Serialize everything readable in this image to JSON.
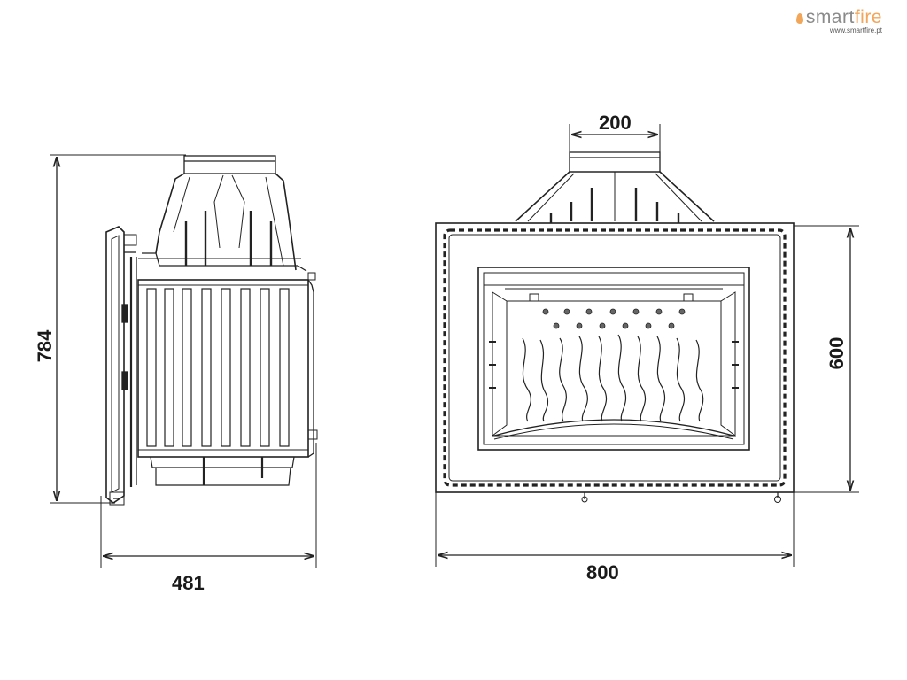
{
  "logo": {
    "brand_prefix": "smart",
    "brand_suffix": "fire",
    "url": "www.smartfire.pt",
    "accent_color": "#f2a65a"
  },
  "side_view": {
    "height_label": "784",
    "depth_label": "481"
  },
  "front_view": {
    "flue_label": "200",
    "height_label": "600",
    "width_label": "800"
  }
}
